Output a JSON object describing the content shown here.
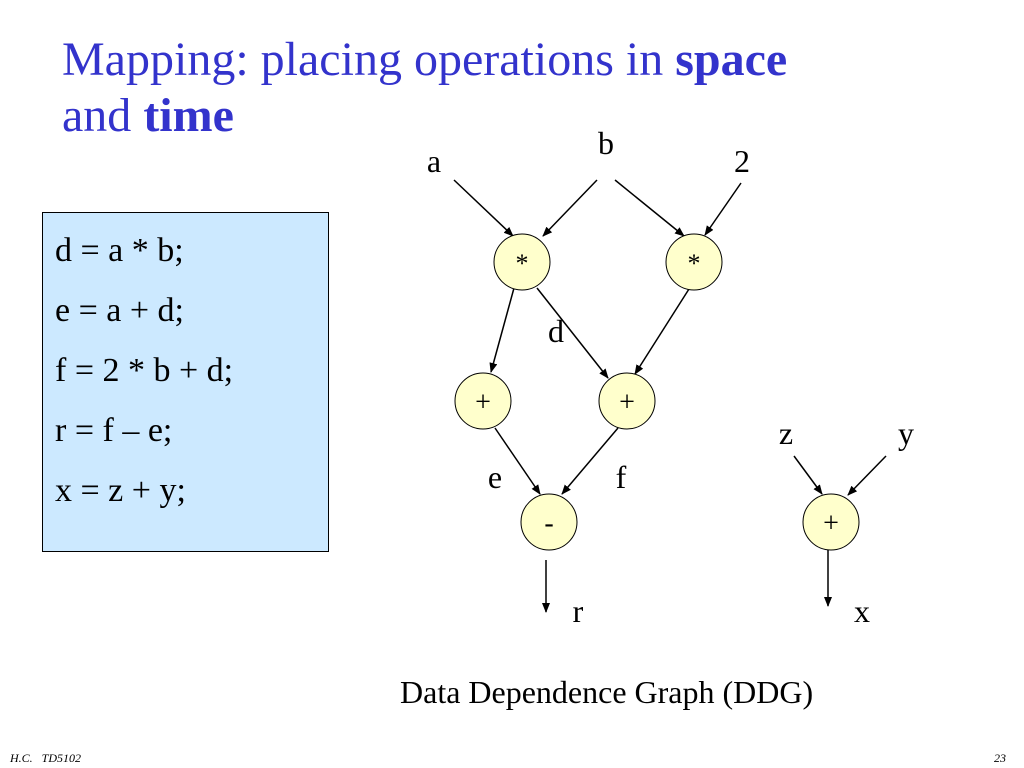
{
  "slide": {
    "title_part1": "Mapping: placing operations in ",
    "title_bold1": "space",
    "title_part2": "and ",
    "title_bold2": "time",
    "code_lines": [
      "d = a * b;",
      "e = a + d;",
      "f = 2 * b + d;",
      "r = f – e;",
      "x = z + y;"
    ],
    "caption": "Data Dependence Graph (DDG)",
    "footer_author": "H.C.",
    "footer_course": "TD5102",
    "page_number": "23"
  },
  "graph": {
    "inputs": {
      "a": "a",
      "b": "b",
      "two": "2",
      "z": "z",
      "y": "y"
    },
    "nodes": {
      "mul1": "*",
      "mul2": "*",
      "add1": "+",
      "add2": "+",
      "sub": "-",
      "add3": "+"
    },
    "edge_labels": {
      "d": "d",
      "e": "e",
      "f": "f"
    },
    "outputs": {
      "r": "r",
      "x": "x"
    }
  },
  "colors": {
    "title": "#3333cc",
    "code_box_fill": "#cce9ff",
    "node_fill": "#ffffcc"
  }
}
